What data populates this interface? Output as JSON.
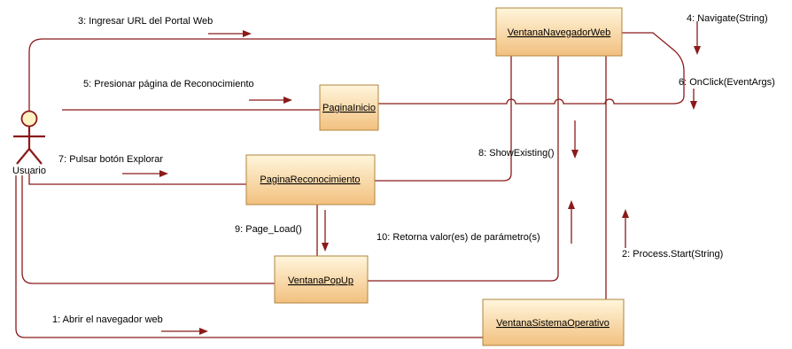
{
  "actor": {
    "name": "Usuario"
  },
  "objects": {
    "navegador": "VentanaNavegadorWeb",
    "inicio": "PaginaInicio",
    "reconocimiento": "PaginaReconocimiento",
    "popup": "VentanaPopUp",
    "sistema": "VentanaSistemaOperativo"
  },
  "messages": {
    "m1": "1: Abrir el navegador web",
    "m2": "2: Process.Start(String)",
    "m3": "3: Ingresar URL del Portal Web",
    "m4": "4: Navigate(String)",
    "m5": "5: Presionar página de Reconocimiento",
    "m6": "6: OnClick(EventArgs)",
    "m7": "7: Pulsar botón Explorar",
    "m8": "8: ShowExisting()",
    "m9": "9: Page_Load()",
    "m10": "10: Retorna valor(es) de parámetro(s)"
  },
  "colors": {
    "link": "#8b1a1a",
    "box_fill_light": "#fff4d6",
    "box_fill_dark": "#f3c486",
    "box_border": "#b0853d",
    "actor_fill": "#fff3c4"
  }
}
